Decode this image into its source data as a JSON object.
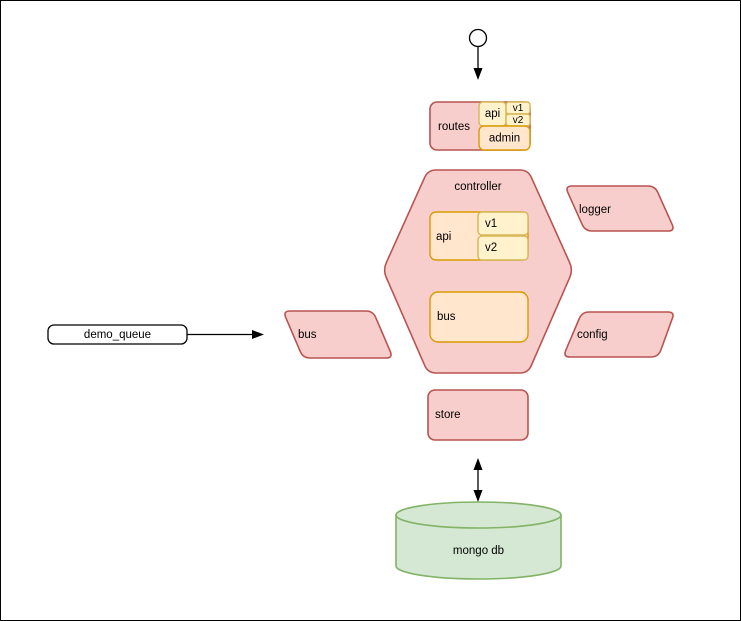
{
  "palette": {
    "node_pink": {
      "fill": "#f8cecc",
      "stroke": "#b85450"
    },
    "node_orange": {
      "fill": "#ffe6cc",
      "stroke": "#d79b00"
    },
    "node_yellow": {
      "fill": "#fff2cc",
      "stroke": "#d6b656"
    },
    "node_green": {
      "fill": "#d5e8d4",
      "stroke": "#82b366"
    },
    "node_plain": {
      "fill": "#ffffff",
      "stroke": "#000000"
    },
    "edge_color": "#000000"
  },
  "nodes": {
    "start": {
      "shape": "circle"
    },
    "routes": {
      "label": "routes",
      "api": {
        "label": "api",
        "v1": {
          "label": "v1"
        },
        "v2": {
          "label": "v2"
        }
      },
      "admin": {
        "label": "admin"
      }
    },
    "controller": {
      "label": "controller",
      "api": {
        "label": "api",
        "v1": {
          "label": "v1"
        },
        "v2": {
          "label": "v2"
        }
      },
      "bus": {
        "label": "bus"
      }
    },
    "logger": {
      "label": "logger"
    },
    "config": {
      "label": "config"
    },
    "bus": {
      "label": "bus"
    },
    "demo_queue": {
      "label": "demo_queue"
    },
    "store": {
      "label": "store"
    },
    "mongo_db": {
      "label": "mongo db",
      "shape": "cylinder"
    }
  },
  "edges": [
    {
      "from": "start",
      "to": "routes",
      "direction": "down"
    },
    {
      "from": "demo_queue",
      "to": "bus",
      "direction": "right"
    },
    {
      "from": "store",
      "to": "mongo_db",
      "direction": "both"
    }
  ]
}
